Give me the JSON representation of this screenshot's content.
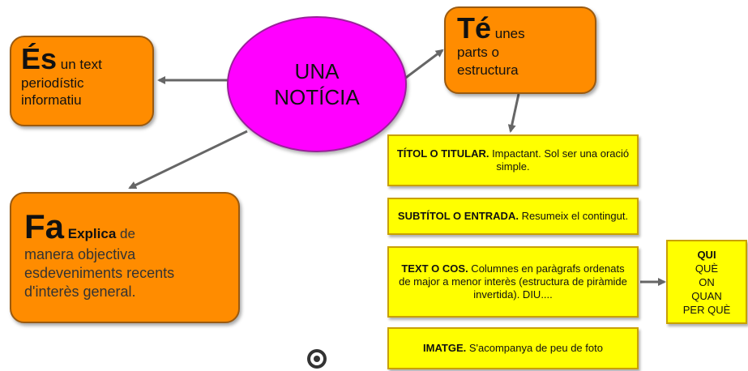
{
  "central": {
    "line1": "UNA",
    "line2": "NOTÍCIA"
  },
  "es": {
    "big": "És",
    "first": " un text",
    "rest": [
      "periodístic",
      "informatiu"
    ]
  },
  "te": {
    "big": "Té",
    "first": " unes",
    "rest": [
      "parts o",
      "estructura"
    ]
  },
  "fa": {
    "big": "Fa",
    "sub": " Explica",
    "first": " de",
    "rest": [
      "manera objectiva",
      "esdeveniments recents",
      "d'interès general."
    ]
  },
  "parts": {
    "titol": {
      "bold": "TÍTOL O TITULAR.",
      "text": " Impactant. Sol ser una oració simple."
    },
    "subtitol": {
      "bold": "SUBTÍTOL O ENTRADA.",
      "text": " Resumeix el contingut."
    },
    "cos": {
      "bold": "TEXT O COS.",
      "text": " Columnes en paràgrafs ordenats de major a menor interès (estructura de piràmide invertida). DIU...."
    },
    "imatge": {
      "bold": "IMATGE.",
      "text": " S'acompanya de peu de foto"
    }
  },
  "questions": [
    "QUI",
    "QUÈ",
    "ON",
    "QUAN",
    "PER QUÈ"
  ],
  "colors": {
    "orange": "#ff8c00",
    "magenta": "#ff00ff",
    "yellow": "#ffff00",
    "arrow": "#666666"
  }
}
